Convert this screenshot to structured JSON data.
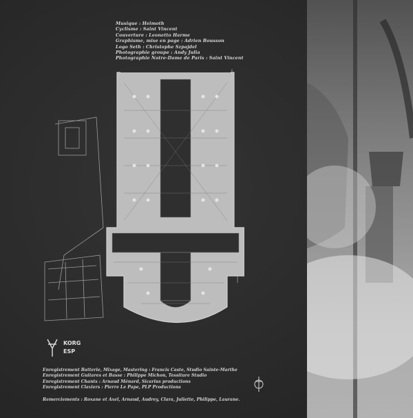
{
  "credits": [
    "Musique : Heimoth",
    "Cyclisme : Saint Vincent",
    "Couverture : Leonetto Harme",
    "Graphisme, mise en page : Adrien Bousson",
    "Logo Seth : Christophe Szpajdel",
    "Photographie groupe : Andy Julia",
    "Photographie Notre-Dame de Paris : Saint Vincent"
  ],
  "logos": {
    "korg": "KORG",
    "esp": "ESP"
  },
  "recording": [
    "Enregistrement Batterie, Mixage, Mastering : Francis Caste, Studio Sainte-Marthe",
    "Enregistrement Guitares et Basse : Philippe Michon, Tessiture Studio",
    "Enregistrement Chants : Arnaud Ménard, Sicarius productions",
    "Enregistrement Claviers : Pierre Le Pape, PLP Productions"
  ],
  "thanks": "Remerciements : Roxane et Axel, Arnaud, Audrey, Clara, Juliette, Philippe, Laurane.",
  "colors": {
    "background": "#2b2b2b",
    "text": "#d8d8d8",
    "plan": "#bdbdbd"
  }
}
